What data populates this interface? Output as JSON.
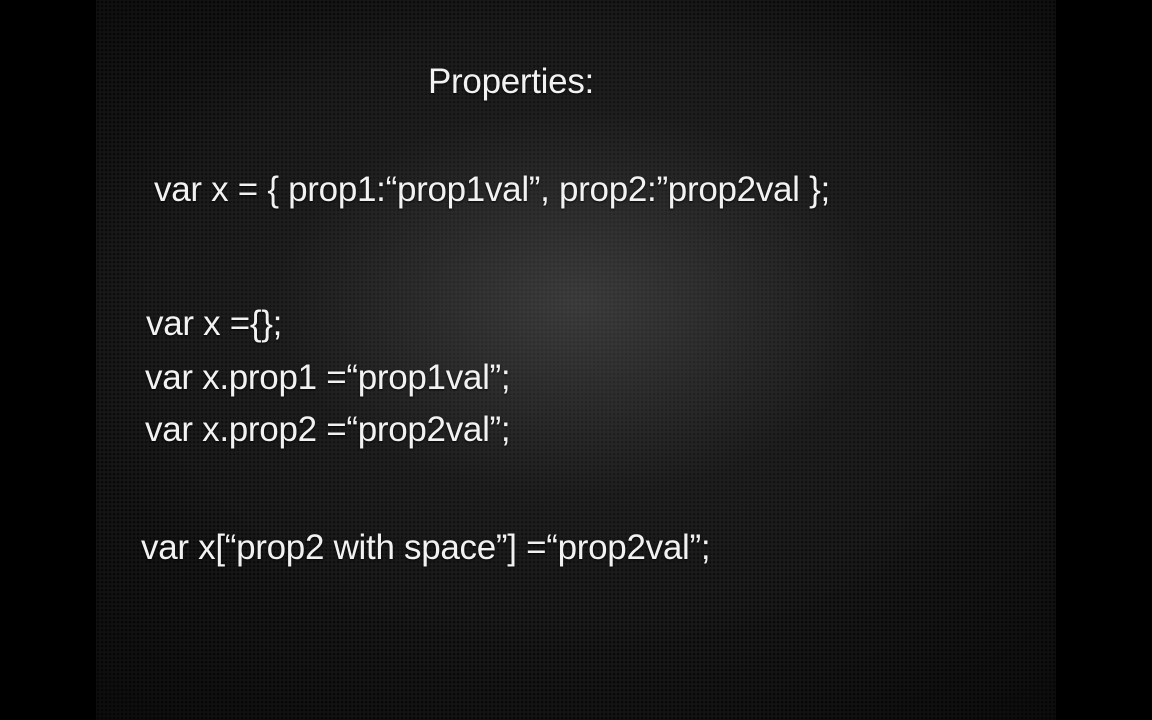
{
  "slide": {
    "title": "Properties:",
    "lines": [
      "var x = { prop1:“prop1val”, prop2:”prop2val };",
      "var x ={};",
      "var x.prop1 =“prop1val”;",
      "var x.prop2 =“prop2val”;",
      "var x[“prop2 with space”] =“prop2val”;"
    ]
  },
  "colors": {
    "text": "#f2f2f2",
    "background": "#1a1a1a",
    "letterbox": "#000000"
  }
}
